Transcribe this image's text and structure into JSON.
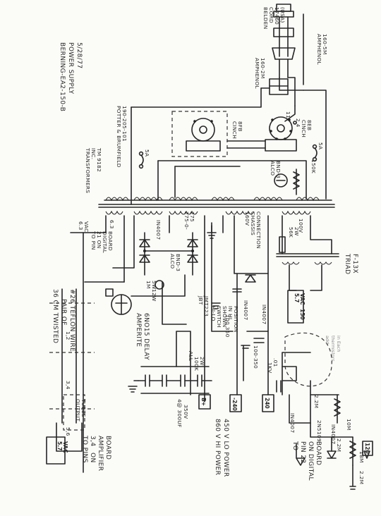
{
  "title": "BERNING-EA2-150-B POWER SUPPLY 5/28/77",
  "title_lines": [
    "BERNING-EA2-150-B",
    "POWER SUPPLY",
    "5/28/77"
  ],
  "cord": [
    "BELDEN",
    "CORD",
    "17460",
    "(USA)"
  ],
  "connectors": {
    "amphenol_plug": [
      "AMPHENOL",
      "160-5M"
    ],
    "amphenol_jack": [
      "AMPHENOL",
      "160-2M"
    ]
  },
  "switch_label": "117",
  "fuse_left": "5A",
  "fuse_right": "5A",
  "relays": {
    "left": [
      "CINCH",
      "8FB"
    ],
    "right": [
      "CINCH",
      "8EB"
    ],
    "pin_top": "2,4"
  },
  "transformers": [
    "TRANSFORMERS",
    "INC.",
    "TM 9182"
  ],
  "potter": [
    "POTTER & BRUMFIELD",
    "190-205-101"
  ],
  "neon": [
    "NE-2",
    "150K",
    "ALCO",
    "BND-3"
  ],
  "windings": {
    "w63": "6.3",
    "w275": [
      "275-0-",
      "275"
    ],
    "w160": [
      "160V",
      "CHASSIS",
      "CONNECTION"
    ],
    "w100": "100V"
  },
  "out63": [
    "6.3",
    "VAC",
    "TO PIN",
    "21 ON",
    "DIGITAL",
    "BOARD"
  ],
  "in4007_labels": [
    "IN4007",
    "IN4007",
    "IN4007",
    "IN4007",
    "IN4007"
  ],
  "alco": [
    "ALCO",
    "BND-3"
  ],
  "res_1m": [
    "1M",
    "5W",
    "12W"
  ],
  "res_56k": [
    "56K",
    "2W"
  ],
  "triad": [
    "TRIAD",
    "F-13X"
  ],
  "vac57_box": [
    "5.7",
    "VAC",
    "150"
  ],
  "amperite": [
    "AMPERITE",
    "6NO15 DELAY"
  ],
  "relay_note": [
    "JBT",
    "JMT223",
    "HI-LO",
    "SWITCH",
    "SHOWN",
    "IN HI",
    "POSITION"
  ],
  "cap_100_350": "100 350",
  "cap_100_350b": "100-350",
  "cap_01": ".01",
  "cap_1kv": "1KV",
  "res_100k": [
    "100K",
    "2W"
  ],
  "res_all": "ALL",
  "cap_300": [
    "4@ 300UF",
    "350V"
  ],
  "rail_boxes": [
    "B+",
    "-240",
    "240"
  ],
  "hv_note": [
    "860 V HI POWER",
    "450 V LO POWER"
  ],
  "twisted": [
    "36 CM TWISTED",
    "PAIR OF",
    "#26 TEFLON WIRE"
  ],
  "tube_box": [
    "OUTPUT",
    "TUBES"
  ],
  "out_fils": [
    "1,2",
    "3,4",
    "5,6"
  ],
  "vac57_bottom": [
    "5.7",
    "VAC"
  ],
  "amp_board": [
    "TO PINS",
    "3,4",
    "ON",
    "AMPLIFIER",
    "BOARD"
  ],
  "mosfet": [
    "2N5109"
  ],
  "right_res": [
    "2.2M",
    "10M",
    "2.2M",
    "18M",
    "2.2M"
  ],
  "digital_board": [
    "TO",
    "PIN 22",
    "ON DIGITAL",
    "BOARD"
  ],
  "right_box": "120",
  "added_note": [
    "add",
    "thermistors",
    "in Each"
  ]
}
